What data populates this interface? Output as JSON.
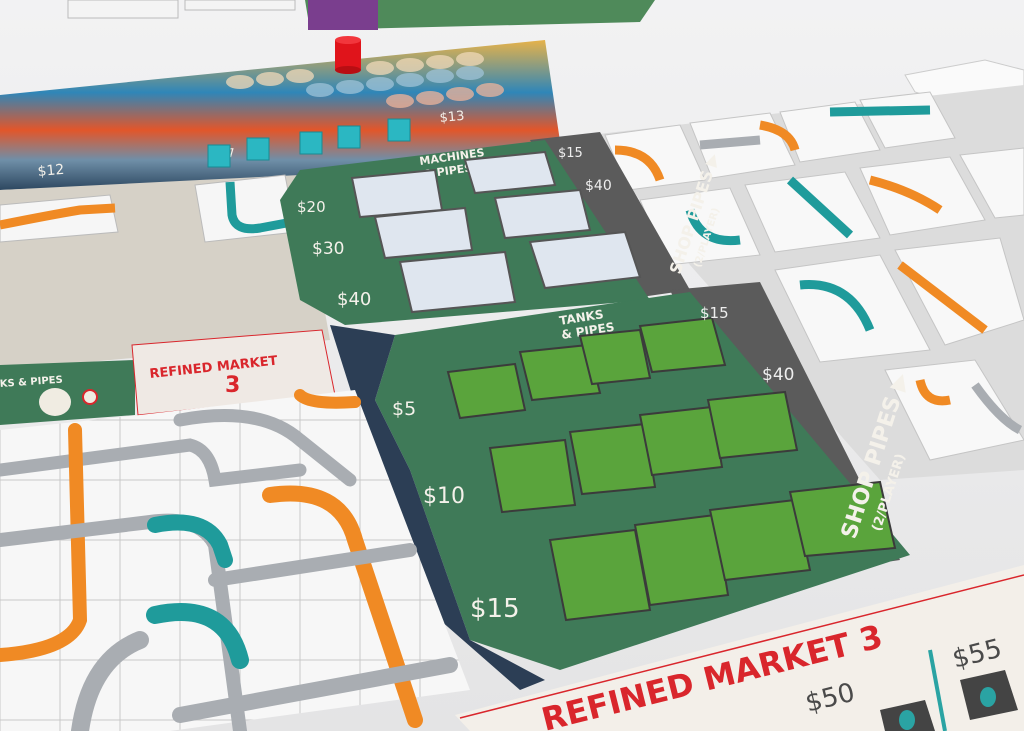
{
  "colors": {
    "background": "#e9e9ea",
    "board_green": "#3f7a58",
    "shop_gray": "#5b5b5b",
    "pipe_orange": "#f08a24",
    "pipe_teal": "#1f9b9b",
    "pipe_silver": "#a9adb2",
    "market_red": "#d9262c",
    "cube_teal": "#2bb7c2",
    "pawn_red": "#e0141b"
  },
  "track": {
    "price_left": "$12",
    "price_mid": "$7",
    "price_right": "$13"
  },
  "machines_board": {
    "title_line1": "MACHINES",
    "title_line2": "& PIPES",
    "prices": [
      "$20",
      "$30",
      "$40"
    ],
    "shop": {
      "price_small": "$15",
      "price_large": "$40",
      "label": "SHOP PIPES ▶",
      "sublabel": "(2/PLAYER)"
    }
  },
  "tanks_board": {
    "title_line1": "TANKS",
    "title_line2": "& PIPES",
    "prices": [
      "$5",
      "$10",
      "$15"
    ],
    "shop": {
      "price_small": "$15",
      "price_large": "$40",
      "label": "SHOP PIPES ▶",
      "sublabel": "(2/PLAYER)"
    }
  },
  "left_board": {
    "partial_title": "KS & PIPES"
  },
  "refined_market_tile": {
    "title": "REFINED MARKET",
    "number": "3"
  },
  "refined_market_card": {
    "title": "REFINED MARKET 3",
    "prices": [
      "$50",
      "$55"
    ]
  },
  "icons": [
    "red-pawn-icon",
    "teal-cube-icon",
    "machine-token-icon",
    "tank-token-icon",
    "pipe-tile-icon",
    "oil-drop-icon",
    "barrel-icon"
  ]
}
